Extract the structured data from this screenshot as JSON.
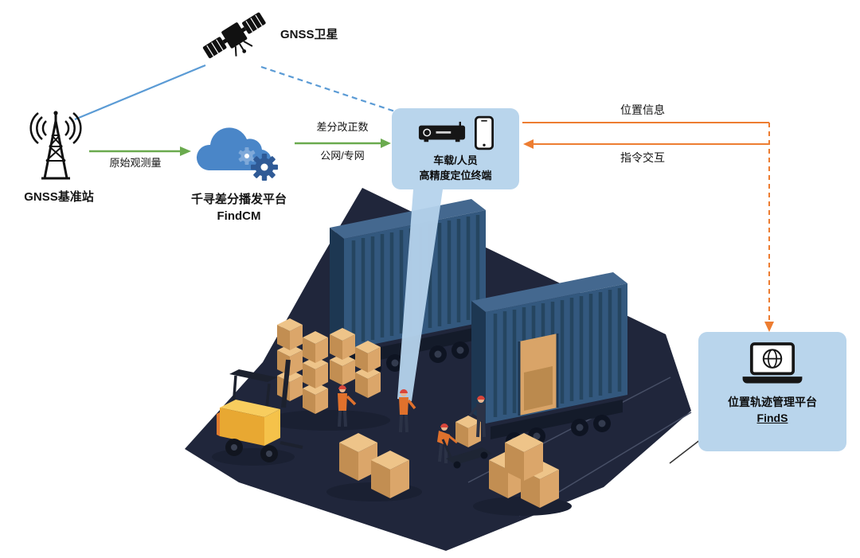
{
  "nodes": {
    "satellite": {
      "label": "GNSS卫星",
      "icon": "satellite-icon"
    },
    "base_station": {
      "label": "GNSS基准站",
      "icon": "antenna-tower-icon"
    },
    "cloud": {
      "line1": "千寻差分播发平台",
      "line2": "FindCM",
      "icon": "cloud-gear-icon"
    },
    "terminal": {
      "line1": "车载/人员",
      "line2": "高精度定位终端",
      "icon": "receiver-and-phone-icon"
    },
    "management": {
      "line1": "位置轨迹管理平台",
      "line2": "FindS",
      "icon": "laptop-globe-icon"
    }
  },
  "links": {
    "satellite_to_base": {
      "style": "solid-blue"
    },
    "satellite_to_terminal": {
      "style": "dashed-blue"
    },
    "raw_observation": {
      "label": "原始观测量"
    },
    "correction": {
      "line1": "差分改正数",
      "line2": "公网/专网"
    },
    "position_info": {
      "label": "位置信息"
    },
    "command": {
      "label": "指令交互"
    }
  },
  "colors": {
    "satellite_link": "#5b9bd5",
    "green_arrow": "#6aaa4e",
    "orange_arrow": "#ed7d31",
    "panel_background": "#b9d5ec",
    "cloud_blue": "#4a86c8",
    "gear_blue": "#2f5a96",
    "scene_ground": "#20263b",
    "container_blue": "#33587e",
    "cargo_box_tan": "#dba66a",
    "forklift_yellow": "#f0b236",
    "helmet_red": "#d8453a"
  }
}
